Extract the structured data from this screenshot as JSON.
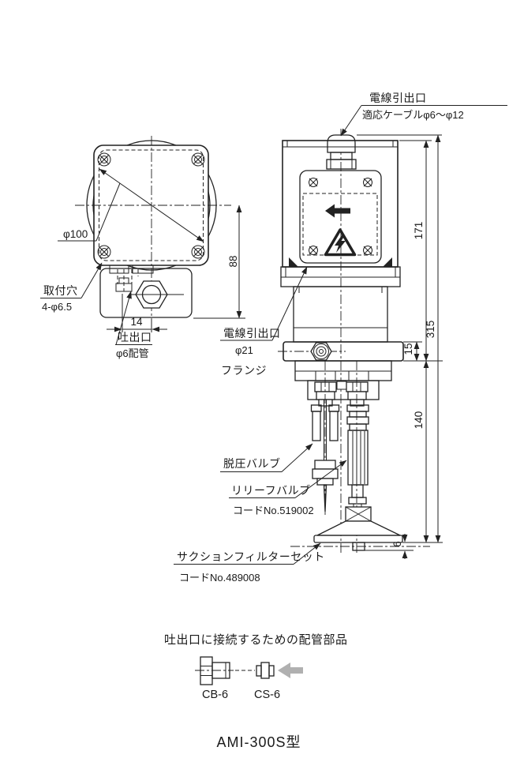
{
  "title": "AMI-300S型",
  "colors": {
    "line": "#222222",
    "gray_arrow": "#b0b0b0"
  },
  "labels": {
    "cable_outlet_top": {
      "line1": "電線引出口",
      "line2": "適応ケーブルφ6～φ12"
    },
    "mounting_hole": {
      "line1": "取付穴",
      "line2": "4-φ6.5"
    },
    "discharge_port": {
      "line1": "吐出口",
      "line2": "φ6配管"
    },
    "cable_outlet_mid": {
      "line1": "電線引出口",
      "line2": "φ21"
    },
    "flange": "フランジ",
    "release_valve": "脱圧バルブ",
    "relief_valve": {
      "line1": "リリーフバルブ",
      "line2": "コードNo.519002"
    },
    "suction_filter": {
      "line1": "サクションフィルターセット",
      "line2": "コードNo.489008"
    }
  },
  "dimensions": {
    "dial_diameter": "φ100",
    "dial_center_height": "88",
    "port_offset": "14",
    "body_height": "171",
    "overall_height": "315",
    "flange_thickness": "15",
    "lower_height": "140",
    "foot_height": "6"
  },
  "piping": {
    "heading": "吐出口に接続するための配管部品",
    "part1": "CB-6",
    "part2": "CS-6"
  }
}
